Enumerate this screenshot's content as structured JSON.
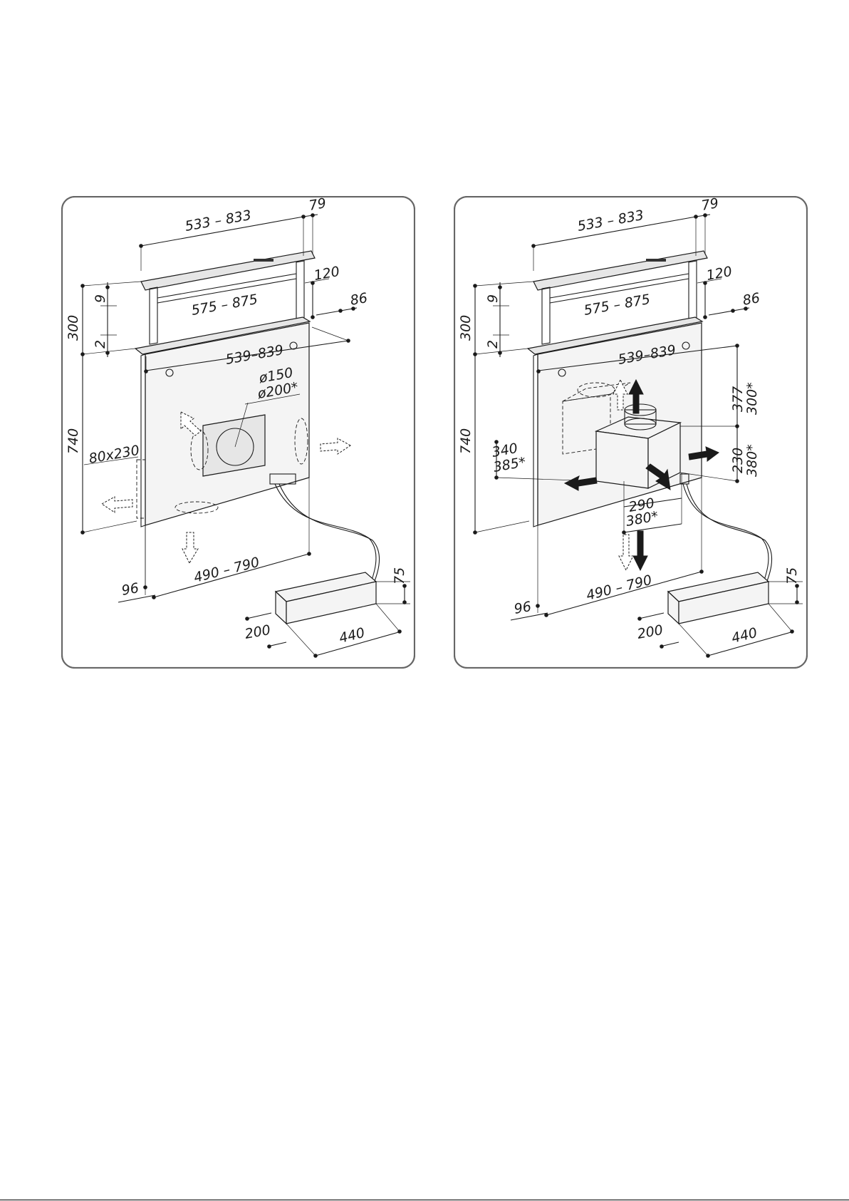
{
  "panels": [
    {
      "id": "left",
      "labels": {
        "top_width": "533 – 833",
        "top_depth": "79",
        "inner_width": "575 – 875",
        "side_120": "120",
        "side_86": "86",
        "height_300": "300",
        "small_9": "9",
        "small_2": "2",
        "frame_width": "539–839",
        "duct_dia_1": "ø150",
        "duct_dia_2": "ø200*",
        "body_height": "740",
        "slot": "80x230",
        "base_width": "490 – 790",
        "base_depth": "96",
        "motor_height": "75",
        "motor_depth": "200",
        "motor_width": "440"
      }
    },
    {
      "id": "right",
      "labels": {
        "top_width": "533 – 833",
        "top_depth": "79",
        "inner_width": "575 – 875",
        "side_120": "120",
        "side_86": "86",
        "height_300": "300",
        "small_9": "9",
        "small_2": "2",
        "frame_width": "539–839",
        "body_height": "740",
        "box_377": "377",
        "box_300s": "300*",
        "box_230": "230",
        "box_380s_v": "380*",
        "box_340": "340",
        "box_385s": "385*",
        "box_290": "290",
        "box_380s_h": "380*",
        "base_width": "490 – 790",
        "base_depth": "96",
        "motor_height": "75",
        "motor_depth": "200",
        "motor_width": "440"
      }
    }
  ]
}
